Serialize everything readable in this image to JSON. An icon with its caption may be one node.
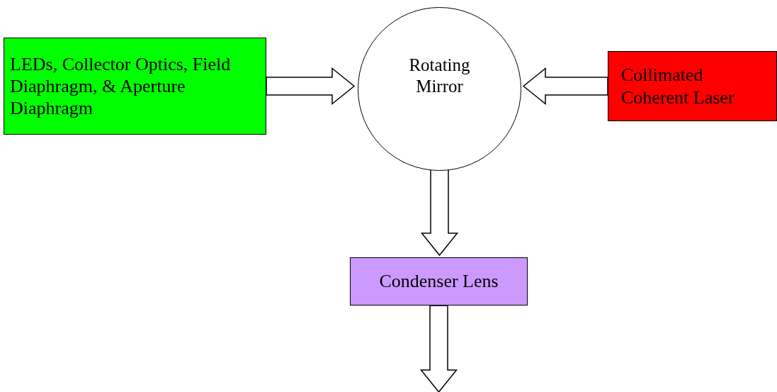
{
  "diagram": {
    "nodes": [
      {
        "text": [
          "LEDs, Collector Optics, Field Diaphragm, & Aperture Diaphragm"
        ]
      },
      {
        "text": [
          "Rotating Mirror"
        ]
      },
      {
        "text": [
          "Collimated Coherent Laser"
        ]
      },
      {
        "text": [
          "Condenser Lens"
        ]
      }
    ],
    "edges": [
      {
        "from": 0,
        "to": 1,
        "arrow": "to"
      },
      {
        "from": 2,
        "to": 1,
        "arrow": "to"
      },
      {
        "from": 1,
        "to": 3,
        "arrow": "to"
      },
      {
        "from": 3,
        "to": null,
        "arrow": "to"
      }
    ]
  }
}
